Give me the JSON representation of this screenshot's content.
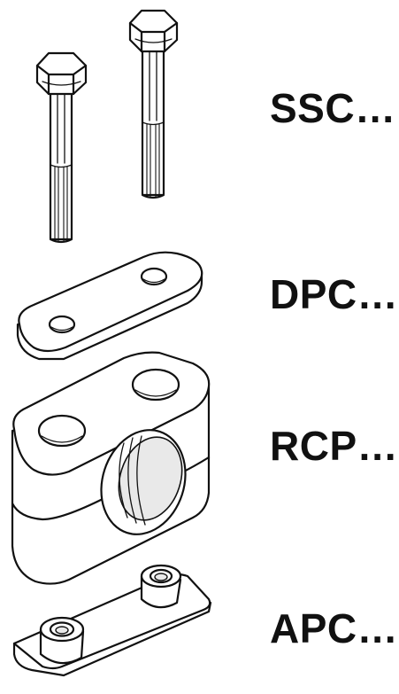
{
  "colors": {
    "line": "#111111",
    "fill": "#ffffff",
    "shade": "#e9e9e9"
  },
  "parts": [
    {
      "id": "ssc",
      "label": "SSC…",
      "icon": "bolt-pair-icon"
    },
    {
      "id": "dpc",
      "label": "DPC…",
      "icon": "cover-plate-icon"
    },
    {
      "id": "rcp",
      "label": "RCP…",
      "icon": "clamp-body-icon"
    },
    {
      "id": "apc",
      "label": "APC…",
      "icon": "anchor-plate-icon"
    }
  ]
}
